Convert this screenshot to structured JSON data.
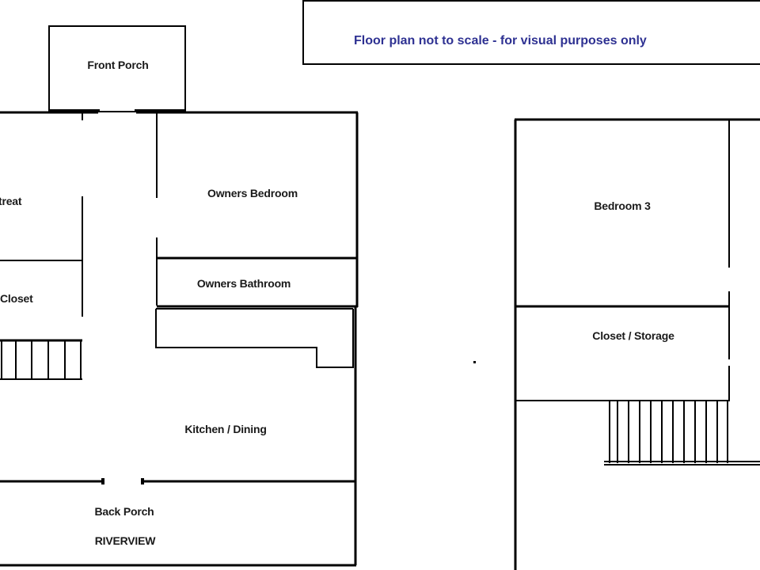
{
  "notice": {
    "text": "Floor plan not to scale - for visual purposes only",
    "color": "#2e3192"
  },
  "main_floor": {
    "rooms": {
      "front_porch": "Front Porch",
      "retreat_partial": "treat",
      "owners_bedroom": "Owners Bedroom",
      "owners_bathroom": "Owners Bathroom",
      "closet_partial": "Closet",
      "kitchen_dining": "Kitchen / Dining",
      "back_porch": "Back Porch"
    },
    "back_porch_note": "RIVERVIEW"
  },
  "upper_floor": {
    "rooms": {
      "bedroom_3": "Bedroom 3",
      "closet_storage": "Closet / Storage"
    }
  },
  "colors": {
    "walls": "#000000",
    "background": "#ffffff"
  }
}
